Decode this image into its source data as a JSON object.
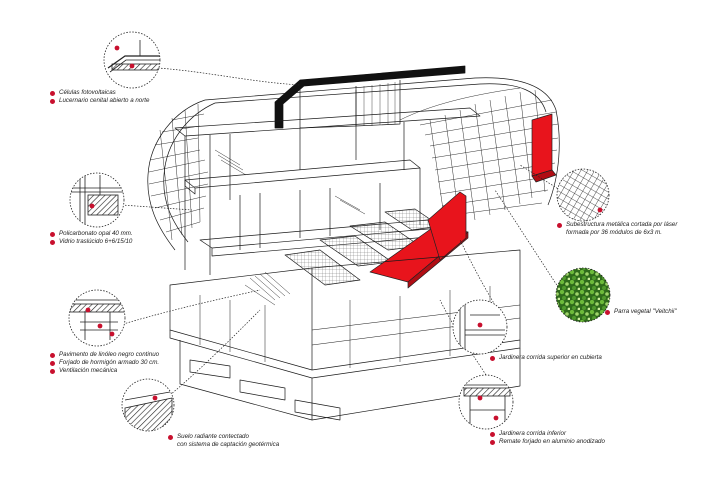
{
  "colors": {
    "accent": "#e8141c",
    "marker": "#c8102e",
    "line": "#1a1a1a",
    "roof": "#111111",
    "vegetation": "#4f9a2c"
  },
  "annotations": {
    "roof_detail": [
      "Células fotovoltaicas",
      "Lucernario cenital abierto a norte"
    ],
    "glass_detail": [
      "Policarbonato opal 40 mm.",
      "Vidrio traslúcido 6+6/15/10"
    ],
    "floor_detail": [
      "Pavimento de linóleo negro continuo",
      "Forjado de hormigón armado 30 cm.",
      "Ventilación mecánica"
    ],
    "ground_detail": [
      "Suelo radiante contectado",
      "con sistema de captación geotérmica"
    ],
    "frame_detail": [
      "Subestructura metálica cortada por láser",
      "formada por 36 módulos de 6x3 m."
    ],
    "vegetation_detail": [
      "Parra vegetal \"Veitchii\""
    ],
    "planter_top_detail": [
      "Jardinera corrida superior en cubierta"
    ],
    "planter_bottom_detail": [
      "Jardinera corrida inferior",
      "Remate forjado en aluminio anodizado"
    ]
  }
}
